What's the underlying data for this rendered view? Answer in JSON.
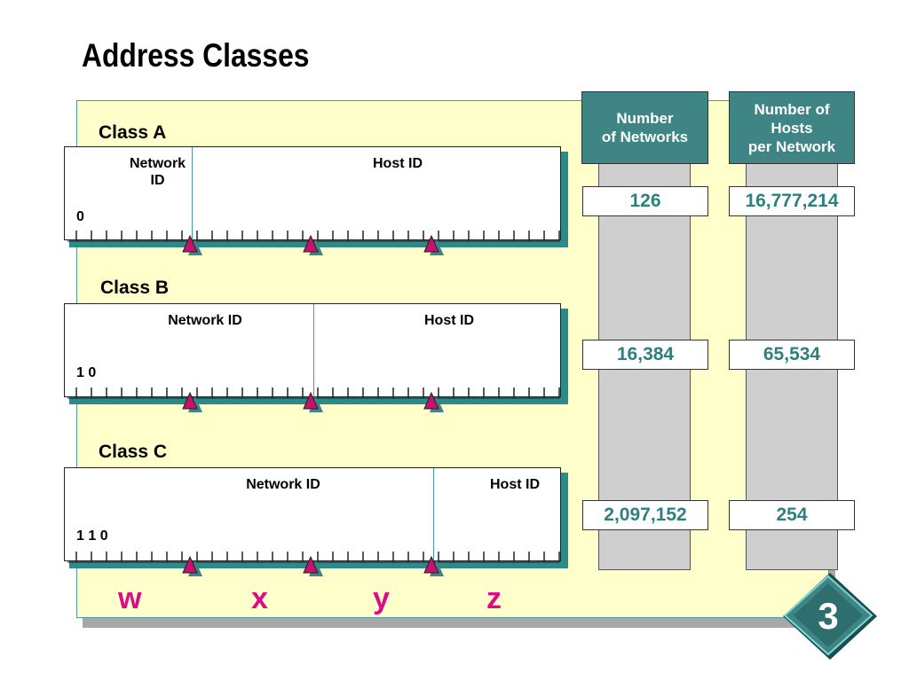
{
  "title": "Address Classes",
  "classes": [
    {
      "label": "Class A",
      "network_label": "Network\nID",
      "host_label": "Host ID",
      "prefix": "0",
      "networks": "126",
      "hosts": "16,777,214"
    },
    {
      "label": "Class B",
      "network_label": "Network ID",
      "host_label": "Host ID",
      "prefix": "1 0",
      "networks": "16,384",
      "hosts": "65,534"
    },
    {
      "label": "Class C",
      "network_label": "Network ID",
      "host_label": "Host ID",
      "prefix": "1 1 0",
      "networks": "2,097,152",
      "hosts": "254"
    }
  ],
  "columns": {
    "networks_header": "Number\nof Networks",
    "hosts_header": "Number of\nHosts\nper Network"
  },
  "octets": [
    "w",
    "x",
    "y",
    "z"
  ],
  "slide_number": "3",
  "colors": {
    "teal": "#3f8585",
    "marker": "#c8106e",
    "octet_letters": "#dd0a8a",
    "panel": "#ffffcc"
  }
}
